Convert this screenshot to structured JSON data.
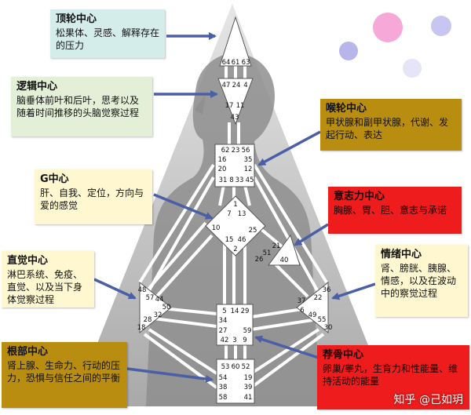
{
  "boxes": {
    "head": {
      "title": "顶轮中心",
      "desc": "松果体、灵感、解释存在的压力"
    },
    "ajna": {
      "title": "逻辑中心",
      "desc": "脑垂体前叶和后叶，思考以及随着时间推移的头脑觉察过程"
    },
    "throat": {
      "title": "喉轮中心",
      "desc": "甲状腺和副甲状腺，代谢、发起行动、表达"
    },
    "g": {
      "title": "G中心",
      "desc": "肝、自我、定位，方向与爱的感觉"
    },
    "will": {
      "title": "意志力中心",
      "desc": "胸腺、胃、胆、意志与承诺"
    },
    "spleen": {
      "title": "直觉中心",
      "desc": "淋巴系统、免疫、直觉、以及当下身体觉察过程"
    },
    "solar": {
      "title": "情绪中心",
      "desc": "肾、膀胱、胰腺、情感，以及在波动中的察觉过程"
    },
    "root": {
      "title": "根部中心",
      "desc": "肾上腺、生命力、行动的压力，恐惧与信任之间的平衡"
    },
    "sacral": {
      "title": "荐骨中心",
      "desc": "卵巢/睾丸，生育力和性能量、维持活动的能量"
    }
  },
  "gates": {
    "head": [
      "64",
      "61",
      "63"
    ],
    "ajna": [
      "47",
      "24",
      "4",
      "17",
      "11",
      "43"
    ],
    "throat": [
      "62",
      "23",
      "56",
      "16",
      "35",
      "20",
      "12",
      "31",
      "8",
      "33",
      "45"
    ],
    "g": [
      "1",
      "7",
      "13",
      "10",
      "15",
      "46",
      "25",
      "2"
    ],
    "will": [
      "21",
      "51",
      "26",
      "40"
    ],
    "spleen": [
      "48",
      "57",
      "44",
      "50",
      "32",
      "28",
      "18"
    ],
    "solar": [
      "36",
      "22",
      "37",
      "6",
      "49",
      "55",
      "30"
    ],
    "sacral": [
      "5",
      "14",
      "29",
      "34",
      "27",
      "59",
      "42",
      "3",
      "9"
    ],
    "root": [
      "53",
      "60",
      "52",
      "54",
      "19",
      "38",
      "39",
      "58",
      "41"
    ]
  },
  "watermark": "知乎 @己如玥",
  "colors": {
    "teal": "#d4ecea",
    "green": "#e4efd8",
    "yellow": "#fff7cf",
    "gold": "#b98d10",
    "red": "#ee1c1c",
    "arrow": "#4a5fa6",
    "background_triangle": "#bfbfbf",
    "silhouette": "#8e8e8e",
    "circles": [
      "#f6a8d9",
      "#c8c6f0",
      "#b7b5ea",
      "#e6e4f7"
    ]
  }
}
